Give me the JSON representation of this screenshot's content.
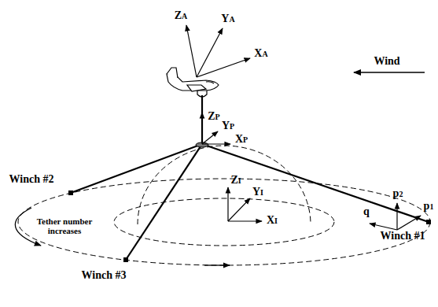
{
  "diagram": {
    "labels": [
      "ZA",
      "YA",
      "XA",
      "Wind",
      "ZP",
      "YP",
      "XP",
      "Winch #2",
      "Tether number increases",
      "ZI",
      "YI",
      "XI",
      "Winch #1",
      "q",
      "p2",
      "p1",
      "Winch #3"
    ]
  }
}
